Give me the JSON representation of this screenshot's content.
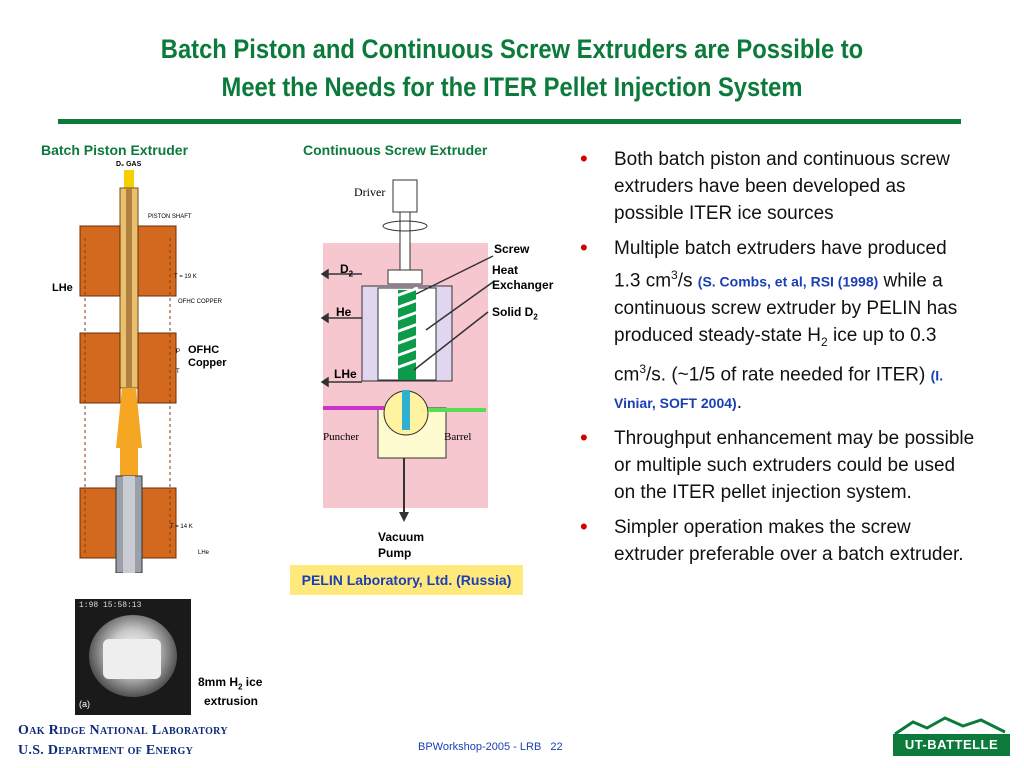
{
  "title": {
    "line1": "Batch Piston and Continuous Screw Extruders are Possible to",
    "line2": "Meet the Needs for the ITER Pellet Injection System"
  },
  "left_figure": {
    "caption": "Batch Piston Extruder",
    "labels": {
      "d2_gas": "D₂ GAS",
      "piston_shaft": "PISTON SHAFT",
      "lhe_left": "LHe",
      "t19": "T = 19 K",
      "ofhc_copper_small": "OFHC COPPER",
      "ofhc": "OFHC",
      "copper": "Copper",
      "p": "P",
      "t": "T",
      "t14": "T = 14 K",
      "lhe_bottom": "LHe"
    },
    "photo_timestamp": "1:98  15:58:13",
    "photo_tag": "(a)",
    "photo_caption_line1": "8mm H",
    "photo_caption_sub": "2",
    "photo_caption_line1_end": " ice",
    "photo_caption_line2": "extrusion"
  },
  "middle_figure": {
    "caption": "Continuous Screw Extruder",
    "labels": {
      "driver": "Driver",
      "d2": "D",
      "d2_sub": "2",
      "he": "He",
      "lhe": "LHe",
      "screw": "Screw",
      "heat": "Heat",
      "exchanger": "Exchanger",
      "solid_d2": "Solid D",
      "solid_d2_sub": "2",
      "puncher": "Puncher",
      "barrel": "Barrel",
      "vacuum": "Vacuum",
      "pump": "Pump"
    },
    "lab_banner": "PELIN Laboratory, Ltd. (Russia)"
  },
  "bullets": {
    "b1": "Both batch piston and continuous screw extruders have been developed as possible ITER ice sources",
    "b2_a": "Multiple batch extruders have produced 1.3 cm",
    "b2_sup1": "3",
    "b2_b": "/s ",
    "b2_cite": "(S. Combs, et al, RSI (1998)",
    "b2_c": " while a continuous screw extruder by PELIN has produced steady-state H",
    "b2_sub": "2",
    "b2_d": " ice up to 0.3 cm",
    "b2_sup2": "3",
    "b2_e": "/s. (~1/5 of rate needed for ITER) ",
    "b2_cite2": "(I. Viniar, SOFT 2004)",
    "b2_f": ".",
    "b3": "Throughput enhancement may be possible or multiple such extruders could be used on the ITER pellet injection system.",
    "b4": "Simpler operation makes the screw extruder preferable over a batch extruder."
  },
  "footer": {
    "org_line1": "Oak Ridge National Laboratory",
    "org_line2": "U.S. Department of Energy",
    "center": "BPWorkshop-2005  - LRB",
    "page": "22",
    "logo": "UT-BATTELLE"
  },
  "colors": {
    "title_green": "#0b7a3b",
    "bullet_red": "#d00000",
    "cite_blue": "#1a3fb5",
    "copper": "#d2691e",
    "orange_core": "#f5a623"
  }
}
